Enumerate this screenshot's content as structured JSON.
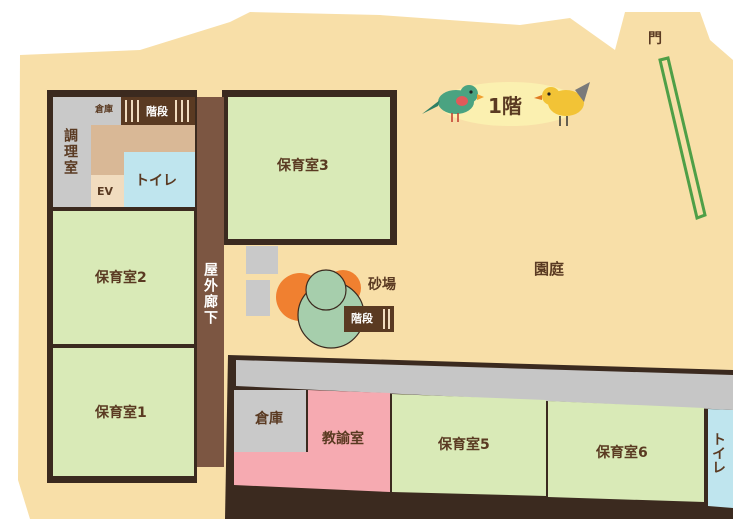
{
  "floor": {
    "label": "1階"
  },
  "gate": {
    "label": "門"
  },
  "garden": {
    "label": "園庭"
  },
  "sandbox": {
    "label": "砂場"
  },
  "colors": {
    "ground": "#f8dfa8",
    "nursery_room": "#d9eab7",
    "office": "#f6aab1",
    "toilet": "#bfe5ee",
    "storage": "#c9c9c9",
    "corridor": "#c6c6c6",
    "outdoor_corridor": "#7c5642",
    "wall": "#3b2a1f",
    "kitchen_fill": "#d9b896",
    "ev_fill": "#f1dcbf",
    "gate_fence": "#4f9f47",
    "tree_orange": "#f08030",
    "tree_green": "#a6ceac"
  },
  "rooms": {
    "kitchen": "調理室",
    "storage_small": "倉庫",
    "stairs_top": "階段",
    "elevator": "EV",
    "toilet_top": "トイレ",
    "nursery_3": "保育室3",
    "nursery_2": "保育室2",
    "nursery_1": "保育室1",
    "outdoor_corridor": "屋外廊下",
    "stairs_mid": "階段",
    "storage": "倉庫",
    "staff_room": "教諭室",
    "nursery_5": "保育室5",
    "nursery_6": "保育室6",
    "toilet_bottom": "トイレ"
  },
  "icons": [
    "green-bird-icon",
    "yellow-bird-icon"
  ]
}
